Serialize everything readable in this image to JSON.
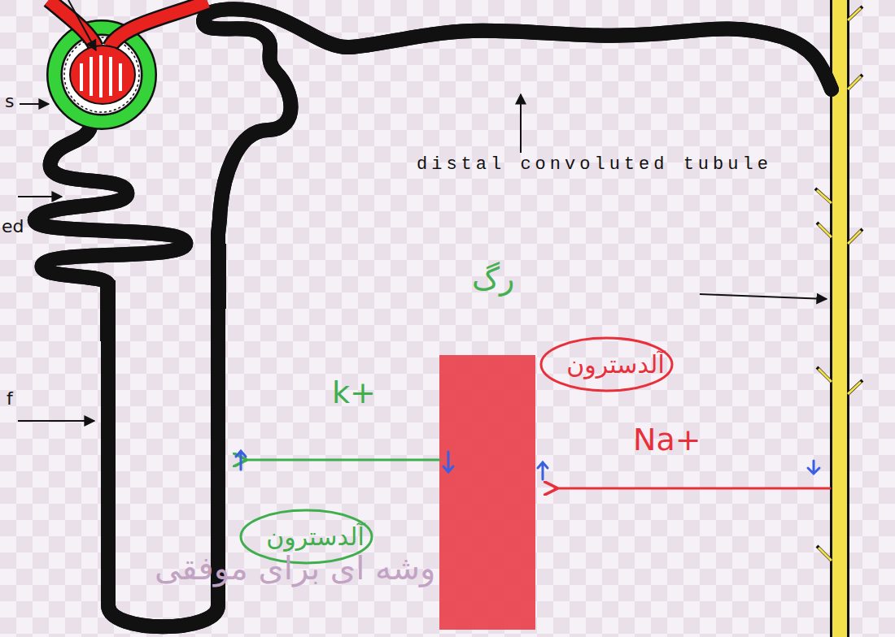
{
  "diagram": {
    "nodes": [
      {
        "text": [
          "آلدسترون"
        ]
      },
      {
        "text": [
          "آلدسترون"
        ]
      }
    ],
    "labels": [
      "s",
      "ed",
      "f",
      "distal convoluted tubule",
      "رگ",
      "k+",
      "Na+",
      "وشه ای برای موفقی"
    ]
  }
}
